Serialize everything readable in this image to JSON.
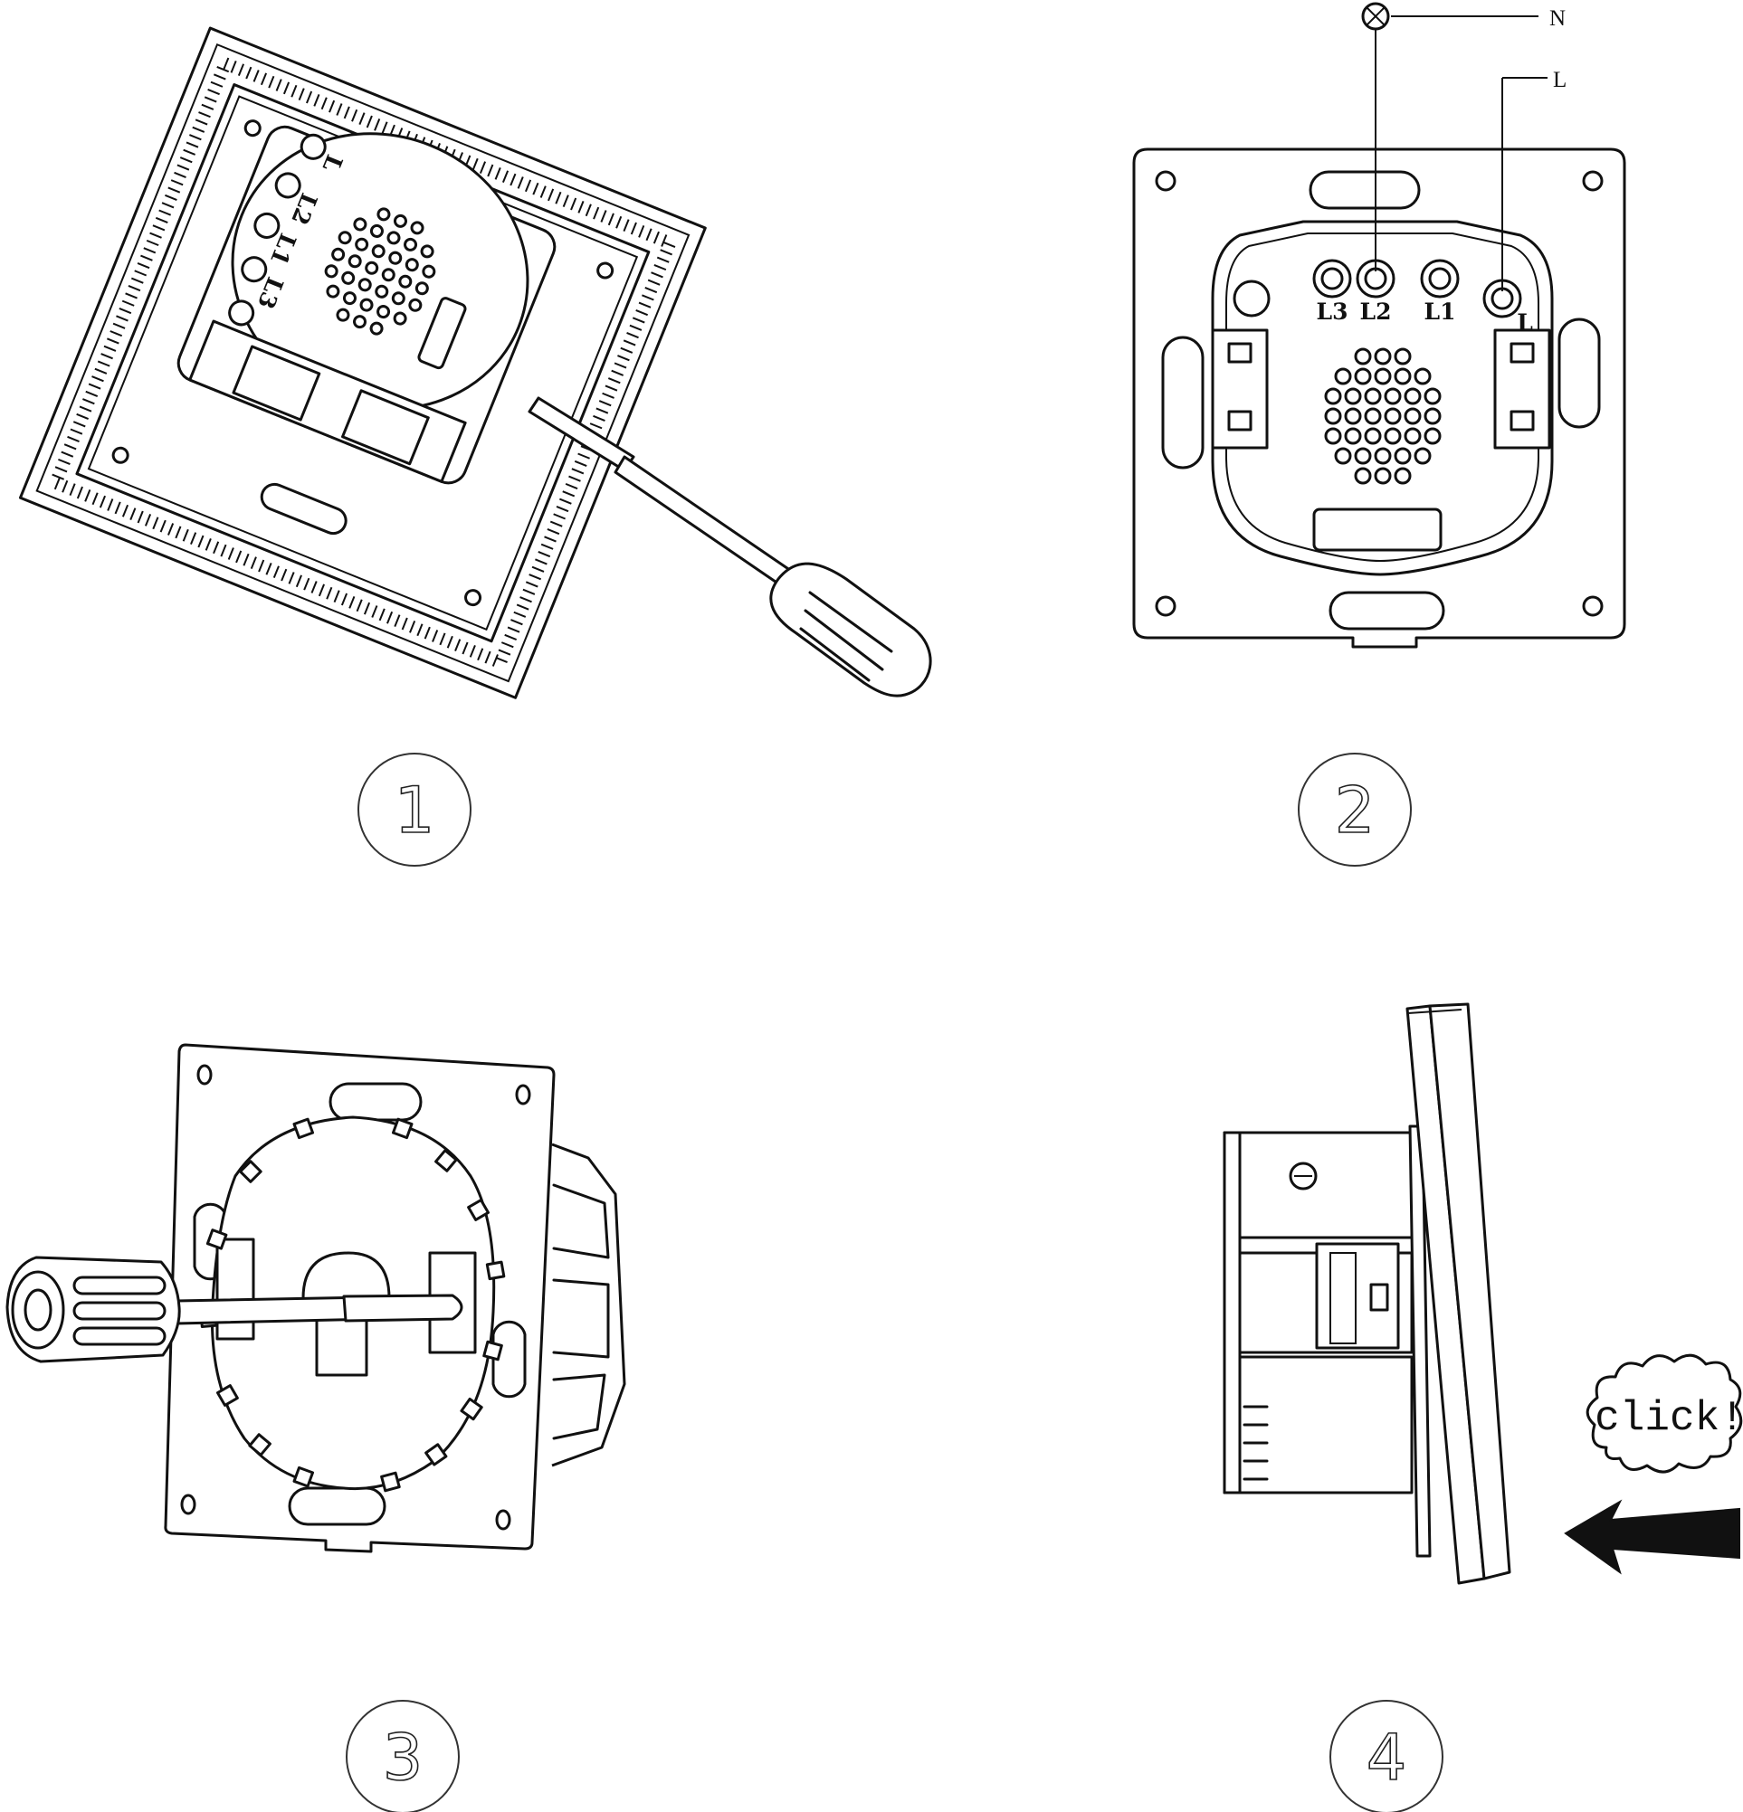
{
  "steps": [
    {
      "number": "1"
    },
    {
      "number": "2"
    },
    {
      "number": "3"
    },
    {
      "number": "4"
    }
  ],
  "terminals": {
    "labels": [
      "L3",
      "L2",
      "L1",
      "L"
    ],
    "panel1_labels": [
      "L",
      "L2",
      "L1",
      "L3"
    ]
  },
  "wiring": {
    "neutral_label": "N",
    "live_label": "L"
  },
  "click_callout": {
    "text": "click!"
  }
}
